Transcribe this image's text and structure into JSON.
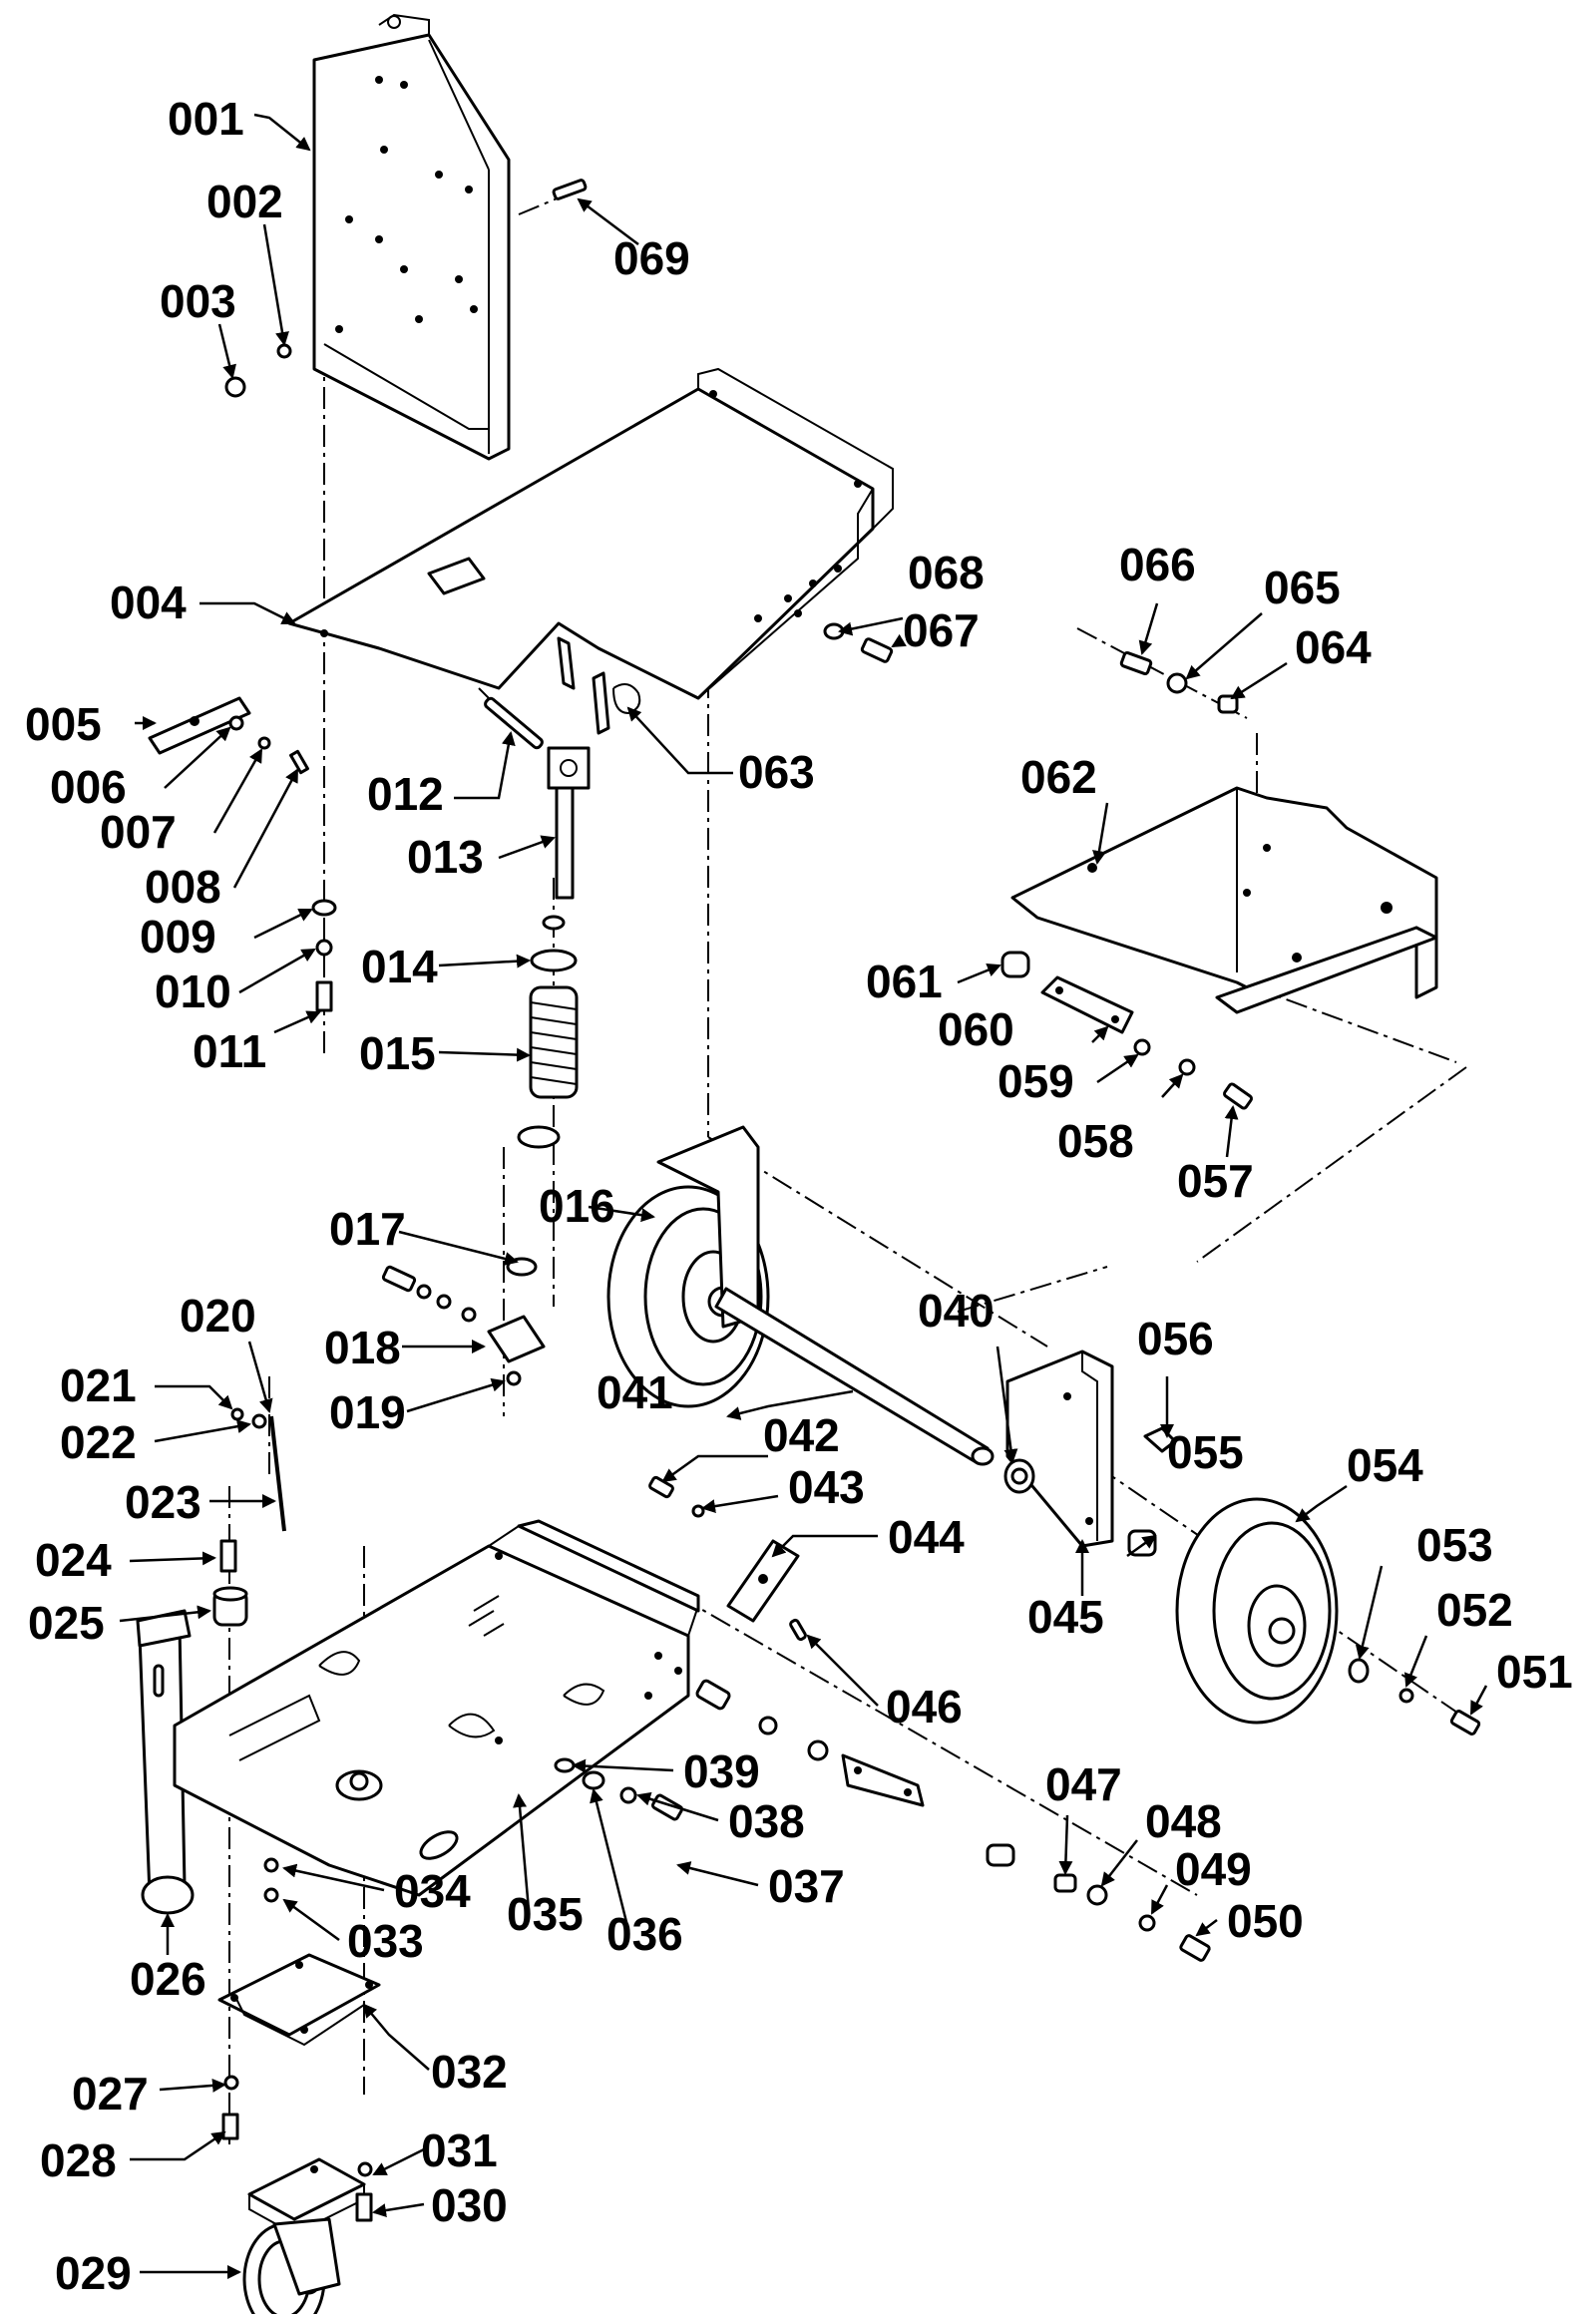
{
  "callouts": [
    "001",
    "002",
    "003",
    "004",
    "005",
    "006",
    "007",
    "008",
    "009",
    "010",
    "011",
    "012",
    "013",
    "014",
    "015",
    "016",
    "017",
    "018",
    "019",
    "020",
    "021",
    "022",
    "023",
    "024",
    "025",
    "026",
    "027",
    "028",
    "029",
    "030",
    "031",
    "032",
    "033",
    "034",
    "035",
    "036",
    "037",
    "038",
    "039",
    "040",
    "041",
    "042",
    "043",
    "044",
    "045",
    "046",
    "047",
    "048",
    "049",
    "050",
    "051",
    "052",
    "053",
    "054",
    "055",
    "056",
    "057",
    "058",
    "059",
    "060",
    "061",
    "062",
    "063",
    "064",
    "065",
    "066",
    "067",
    "068",
    "069"
  ]
}
